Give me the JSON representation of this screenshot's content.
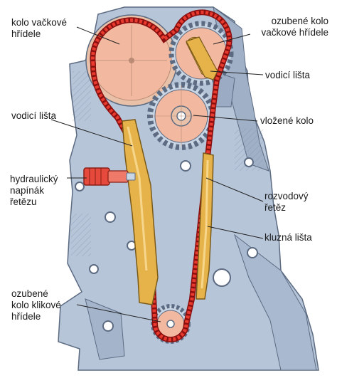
{
  "labels": {
    "camshaft_wheel": "kolo vačkové\nhřídele",
    "camshaft_sprocket": "ozubené kolo\nvačkové hřídele",
    "guide_rail_right": "vodicí lišta",
    "guide_rail_left": "vodicí lišta",
    "idler_wheel": "vložené kolo",
    "hydraulic_tensioner": "hydraulický\nnapínák\nřetězu",
    "timing_chain": "rozvodový\nřetěz",
    "slide_rail": "kluzná lišta",
    "crankshaft_sprocket": "ozubené\nkolo klikové\nhřídele"
  },
  "colors": {
    "block": "#b7c5d9",
    "block_dark": "#8fa1ba",
    "wheel": "#f2b8a0",
    "gear_teeth": "#c9d6e5",
    "chain": "#d21f1f",
    "rail": "#e6b24a",
    "tensioner": "#e64a3c",
    "leader_line": "#222222"
  }
}
